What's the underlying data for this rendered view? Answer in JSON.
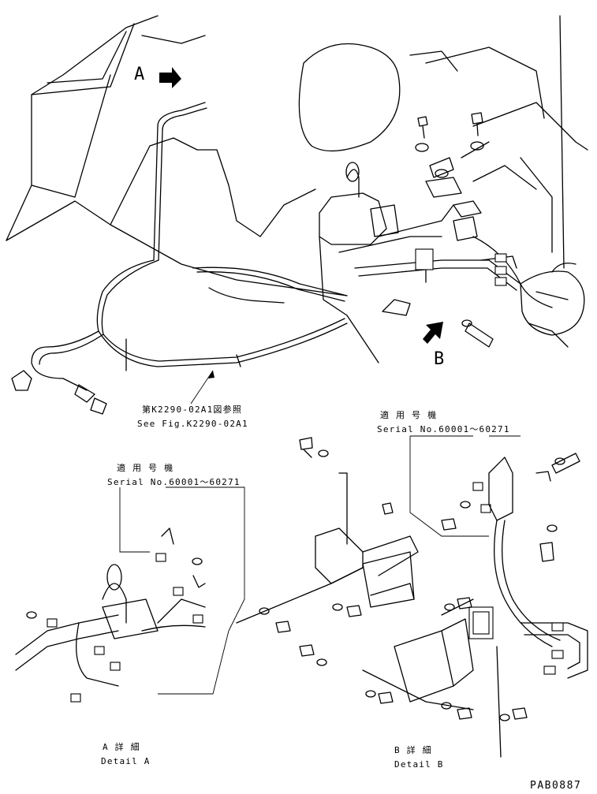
{
  "callouts": {
    "view_a": "A",
    "view_b": "B"
  },
  "reference": {
    "jp": "第K2290-02A1図参照",
    "en": "See Fig.K2290-02A1"
  },
  "serial_left": {
    "jp": "適 用 号 機",
    "en": "Serial No.60001～60271"
  },
  "serial_right": {
    "jp": "適 用 号 機",
    "en": "Serial No.60001～60271"
  },
  "detail_a": {
    "jp": "A 詳 細",
    "en": "Detail A"
  },
  "detail_b": {
    "jp": "B 詳 細",
    "en": "Detail B"
  },
  "figure_code": "PAB0887"
}
